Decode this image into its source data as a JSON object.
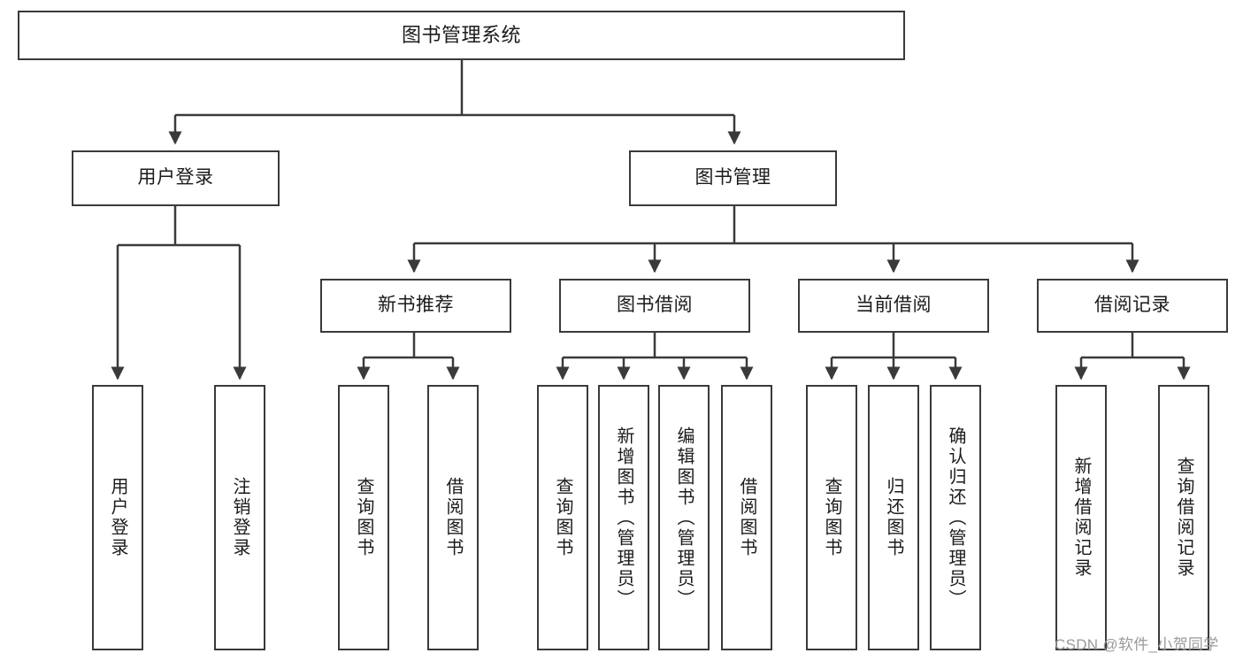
{
  "diagram": {
    "title": "图书管理系统",
    "type": "hierarchy-tree",
    "root": {
      "label": "图书管理系统",
      "children": [
        {
          "label": "用户登录",
          "children": [
            {
              "label": "用户登录"
            },
            {
              "label": "注销登录"
            }
          ]
        },
        {
          "label": "图书管理",
          "children": [
            {
              "label": "新书推荐",
              "children": [
                {
                  "label": "查询图书"
                },
                {
                  "label": "借阅图书"
                }
              ]
            },
            {
              "label": "图书借阅",
              "children": [
                {
                  "label": "查询图书"
                },
                {
                  "label": "新增图书（管理员）"
                },
                {
                  "label": "编辑图书（管理员）"
                },
                {
                  "label": "借阅图书"
                }
              ]
            },
            {
              "label": "当前借阅",
              "children": [
                {
                  "label": "查询图书"
                },
                {
                  "label": "归还图书"
                },
                {
                  "label": "确认归还（管理员）"
                }
              ]
            },
            {
              "label": "借阅记录",
              "children": [
                {
                  "label": "新增借阅记录"
                },
                {
                  "label": "查询借阅记录"
                }
              ]
            }
          ]
        }
      ]
    },
    "nodes": {
      "root": {
        "label": "图书管理系统"
      },
      "l1": [
        {
          "label": "用户登录"
        },
        {
          "label": "图书管理"
        }
      ],
      "l2": [
        {
          "label": "新书推荐"
        },
        {
          "label": "图书借阅"
        },
        {
          "label": "当前借阅"
        },
        {
          "label": "借阅记录"
        }
      ],
      "leaves_user": [
        {
          "label": "用户登录"
        },
        {
          "label": "注销登录"
        }
      ],
      "leaves_recommend": [
        {
          "label": "查询图书"
        },
        {
          "label": "借阅图书"
        }
      ],
      "leaves_borrow": [
        {
          "label": "查询图书"
        },
        {
          "label": "新增图书（管理员）"
        },
        {
          "label": "编辑图书（管理员）"
        },
        {
          "label": "借阅图书"
        }
      ],
      "leaves_current": [
        {
          "label": "查询图书"
        },
        {
          "label": "归还图书"
        },
        {
          "label": "确认归还（管理员）"
        }
      ],
      "leaves_record": [
        {
          "label": "新增借阅记录"
        },
        {
          "label": "查询借阅记录"
        }
      ]
    },
    "colors": {
      "stroke": "#3a3a3a",
      "text": "#1b1b1b",
      "background": "#ffffff",
      "watermark": "#9a9a9a"
    }
  },
  "watermark": {
    "text": "CSDN @软件_小贺同学"
  }
}
